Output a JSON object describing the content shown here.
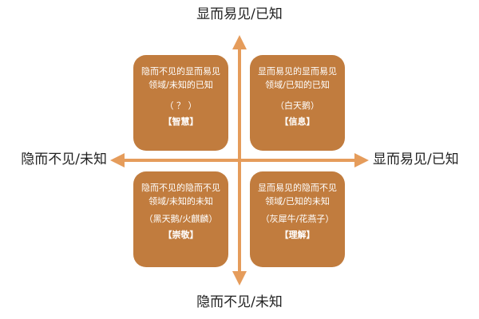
{
  "axes": {
    "top": "显而易见/已知",
    "bottom": "隐而不见/未知",
    "left": "隐而不见/未知",
    "right": "显而易见/已知"
  },
  "quadrants": {
    "top_left": {
      "desc": "隐而不见的显而易见领域/未知的已知",
      "example": "（ ？ ）",
      "tag": "【智慧】"
    },
    "top_right": {
      "desc": "显而易见的显而易见领域/已知的已知",
      "example": "（白天鹅）",
      "tag": "【信息】"
    },
    "bottom_left": {
      "desc": "隐而不见的隐而不见领域/未知的未知",
      "example": "（黑天鹅/火麒麟）",
      "tag": "【崇敬】"
    },
    "bottom_right": {
      "desc": "显而易见的隐而不见领域/已知的未知",
      "example": "（灰犀牛/花燕子）",
      "tag": "【理解】"
    }
  },
  "colors": {
    "box_fill": "#c17c3e",
    "arrow": "#e59c5b",
    "box_text": "#ffffff",
    "label_text": "#222222"
  }
}
